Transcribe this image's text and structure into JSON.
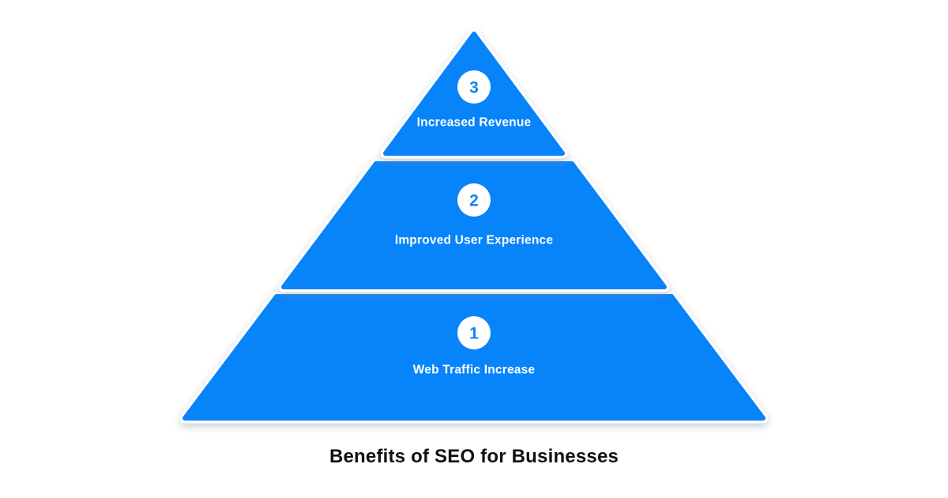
{
  "title": "Benefits of SEO for Businesses",
  "colors": {
    "background": "#ffffff",
    "layer_fill": "#0884fb",
    "layer_stroke": "#ffffff",
    "number_text": "#1583ef",
    "label_text": "#ffffff",
    "title_text": "#111111"
  },
  "pyramid": {
    "levels": [
      {
        "rank": "3",
        "label": "Increased Revenue"
      },
      {
        "rank": "2",
        "label": "Improved User Experience"
      },
      {
        "rank": "1",
        "label": "Web Traffic Increase"
      }
    ]
  }
}
